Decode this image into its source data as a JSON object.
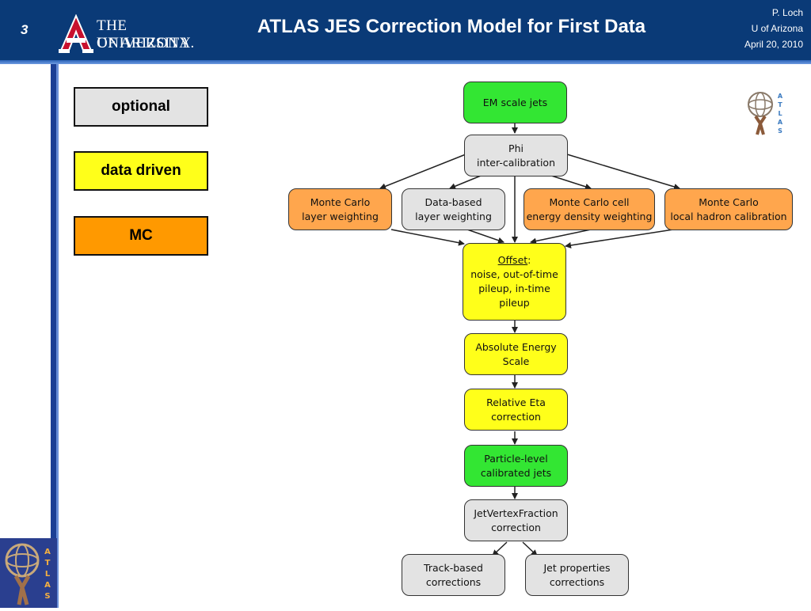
{
  "header": {
    "slide_number": "3",
    "university_line1": "THE UNIVERSITY",
    "university_line2": "OF ARIZONA.",
    "title": "ATLAS JES Correction Model for First Data",
    "author": "P. Loch",
    "affiliation": "U of Arizona",
    "date": "April 20, 2010"
  },
  "legend": [
    {
      "label": "optional",
      "color": "#e3e3e3"
    },
    {
      "label": "data driven",
      "color": "#ffff1a"
    },
    {
      "label": "MC",
      "color": "#ff9900"
    }
  ],
  "logo_text": "ATLAS",
  "flow": {
    "em_scale_jets": "EM scale jets",
    "phi_1": "Phi",
    "phi_2": "inter-calibration",
    "mc_layer_1": "Monte Carlo",
    "mc_layer_2": "layer weighting",
    "data_layer_1": "Data-based",
    "data_layer_2": "layer weighting",
    "mc_cell_1": "Monte Carlo cell",
    "mc_cell_2": "energy density weighting",
    "mc_lhc_1": "Monte Carlo",
    "mc_lhc_2": "local hadron calibration",
    "offset_title": "Offset",
    "offset_colon": ":",
    "offset_1": "noise, out-of-time",
    "offset_2": "pileup, in-time",
    "offset_3": "pileup",
    "abs_1": "Absolute Energy",
    "abs_2": "Scale",
    "eta_1": "Relative Eta",
    "eta_2": "correction",
    "particle_1": "Particle-level",
    "particle_2": "calibrated jets",
    "jvf_1": "JetVertexFraction",
    "jvf_2": "correction",
    "track_1": "Track-based",
    "track_2": "corrections",
    "jetprop_1": "Jet properties",
    "jetprop_2": "corrections"
  }
}
